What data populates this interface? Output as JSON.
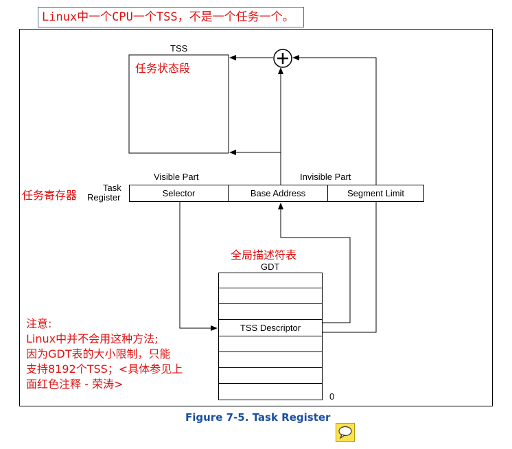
{
  "annotation_top": "Linux中一个CPU一个TSS，不是一个任务一个。",
  "tss": {
    "label": "TSS",
    "annotation": "任务状态段"
  },
  "task_register": {
    "label_line1": "Task",
    "label_line2": "Register",
    "annotation": "任务寄存器",
    "visible_part": "Visible Part",
    "invisible_part": "Invisible Part",
    "selector": "Selector",
    "base_address": "Base Address",
    "segment_limit": "Segment Limit"
  },
  "gdt": {
    "label": "GDT",
    "annotation": "全局描述符表",
    "descriptor": "TSS Descriptor",
    "index_zero": "0",
    "row_count": 8
  },
  "note": {
    "title": "注意:",
    "lines": [
      "Linux中并不会用这种方法;",
      "因为GDT表的大小限制，只能",
      "支持8192个TSS；<具体参见上",
      "面红色注释 - 荣涛>"
    ]
  },
  "caption": "Figure 7-5.  Task Register",
  "icons": {
    "adder": "plus-circle-icon",
    "comment": "comment-icon"
  },
  "colors": {
    "annotation": "#e01010",
    "caption": "#1a4fa0",
    "comment_fill": "#ffe14d"
  }
}
